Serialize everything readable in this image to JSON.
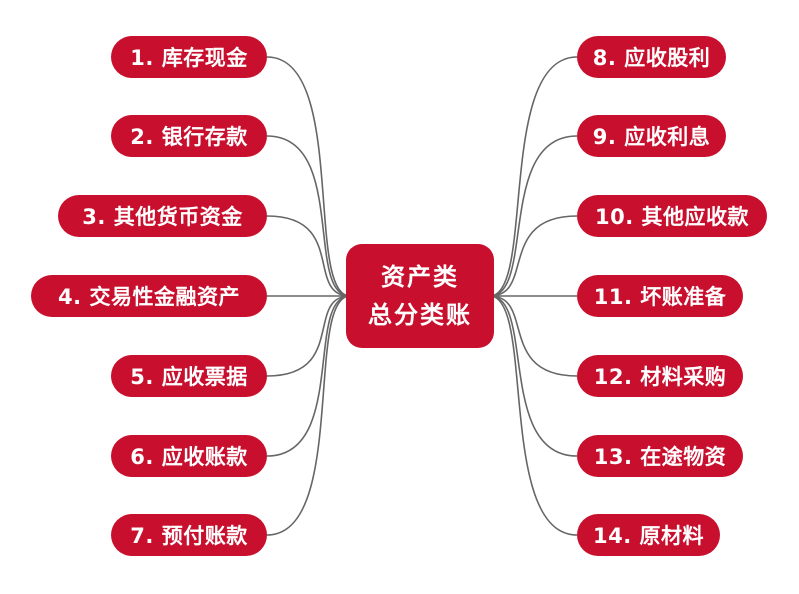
{
  "center": {
    "line1": "资产类",
    "line2": "总分类账"
  },
  "left": [
    "1. 库存现金",
    "2. 银行存款",
    "3. 其他货币资金",
    "4. 交易性金融资产",
    "5. 应收票据",
    "6. 应收账款",
    "7. 预付账款"
  ],
  "right": [
    "8. 应收股利",
    "9. 应收利息",
    "10. 其他应收款",
    "11. 坏账准备",
    "12. 材料采购",
    "13. 在途物资",
    "14. 原材料"
  ],
  "colors": {
    "node": "#c8102e",
    "text": "#ffffff",
    "link": "#666666"
  }
}
